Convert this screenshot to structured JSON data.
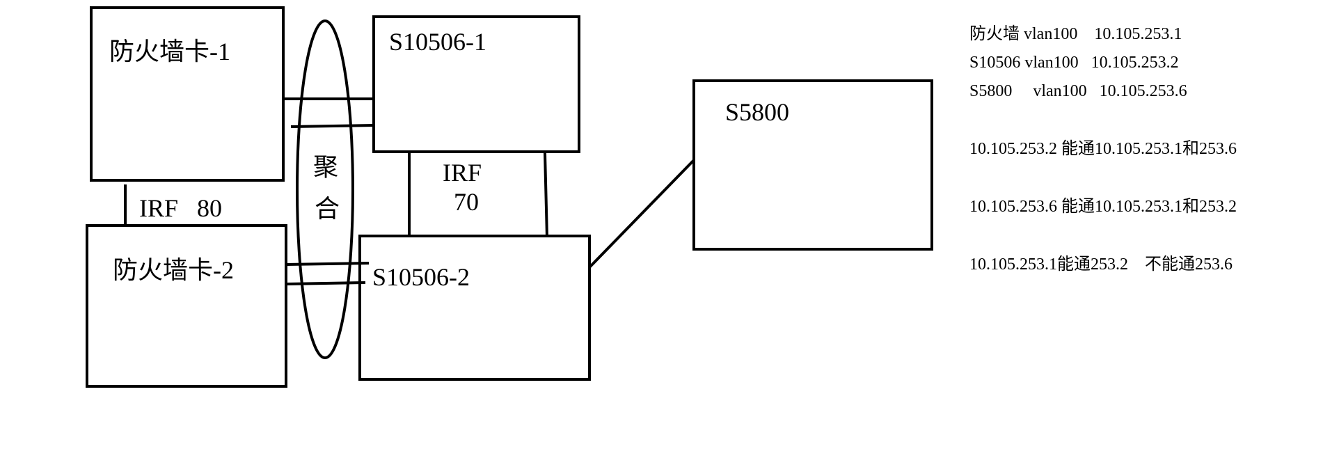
{
  "nodes": {
    "fw1": "防火墙卡-1",
    "fw2": "防火墙卡-2",
    "sw1": "S10506-1",
    "sw2": "S10506-2",
    "s5800": "S5800"
  },
  "links": {
    "irf80": "IRF   80",
    "irf70_line1": "IRF",
    "irf70_line2": "70",
    "agg_line1": "聚",
    "agg_line2": "合"
  },
  "notes": [
    "防火墙 vlan100    10.105.253.1",
    "S10506 vlan100   10.105.253.2",
    "S5800     vlan100   10.105.253.6",
    "10.105.253.2 能通10.105.253.1和253.6",
    "10.105.253.6 能通10.105.253.1和253.2",
    "10.105.253.1能通253.2    不能通253.6"
  ]
}
